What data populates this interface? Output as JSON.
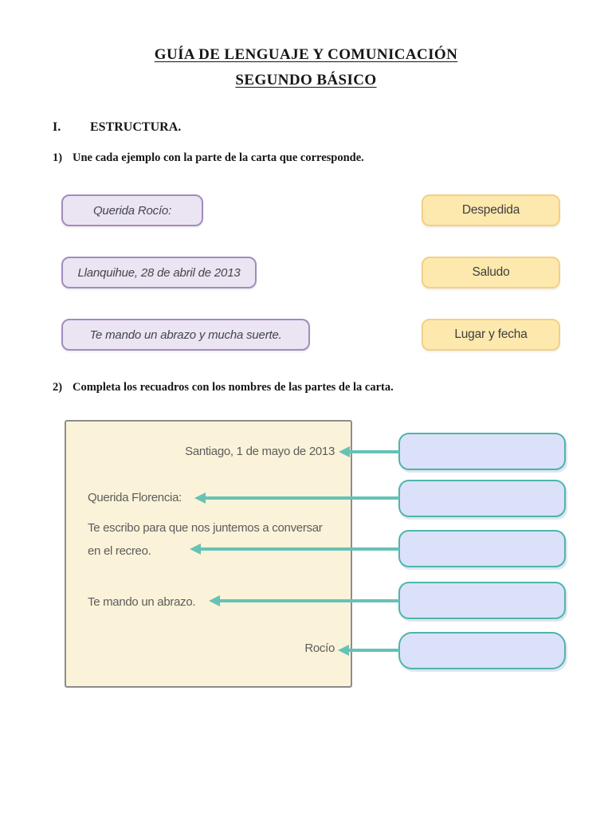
{
  "header": {
    "title": "GUÍA DE LENGUAJE Y COMUNICACIÓN",
    "subtitle": "SEGUNDO BÁSICO"
  },
  "section": {
    "numeral": "I.",
    "title": "ESTRUCTURA."
  },
  "exercise1": {
    "number": "1)",
    "instruction": "Une cada ejemplo con la parte de la carta que corresponde.",
    "example_boxes": [
      "Querida Rocío:",
      "Llanquihue, 28 de abril de 2013",
      "Te mando un abrazo y mucha suerte."
    ],
    "label_boxes": [
      "Despedida",
      "Saludo",
      "Lugar y fecha"
    ]
  },
  "exercise2": {
    "number": "2)",
    "instruction": "Completa los recuadros con los nombres de las partes de la carta.",
    "letter": {
      "date_line": "Santiago, 1 de mayo de 2013",
      "greeting": "Querida Florencia:",
      "body_line1": "Te escribo para que nos juntemos a conversar",
      "body_line2": "en el recreo.",
      "farewell": "Te mando un abrazo.",
      "signature": "Rocío"
    },
    "answer_boxes": [
      {
        "target": "date_line",
        "value": ""
      },
      {
        "target": "greeting",
        "value": ""
      },
      {
        "target": "body",
        "value": ""
      },
      {
        "target": "farewell",
        "value": ""
      },
      {
        "target": "signature",
        "value": ""
      }
    ]
  },
  "colors": {
    "example_box_fill": "#ebe4f2",
    "example_box_border": "#a18cbf",
    "label_box_fill": "#fde9ae",
    "label_box_border": "#f5cf85",
    "answer_box_fill": "#dbe1f9",
    "answer_box_border": "#4db6a9",
    "arrow": "#66c2b5",
    "letter_fill": "#fbf3d9",
    "letter_border": "#8c8c8c"
  }
}
